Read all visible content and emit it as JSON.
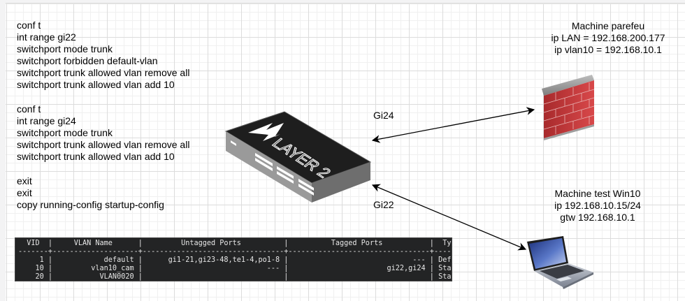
{
  "config_blocks": [
    {
      "lines": [
        "conf t",
        "int range gi22",
        "switchport mode trunk",
        "switchport forbidden default-vlan",
        "switchport trunk allowed vlan remove all",
        "switchport trunk allowed vlan add 10"
      ]
    },
    {
      "lines": [
        "conf t",
        "int range gi24",
        "switchport mode trunk",
        "switchport trunk allowed vlan remove all",
        "switchport trunk allowed vlan add 10"
      ]
    },
    {
      "lines": [
        "exit",
        "exit",
        "copy running-config startup-config"
      ]
    }
  ],
  "firewall": {
    "icon": "firewall-brick-wall-icon",
    "lines": [
      "Machine parefeu",
      "ip LAN = 192.168.200.177",
      "ip vlan10 = 192.168.10.1"
    ]
  },
  "laptop": {
    "icon": "laptop-icon",
    "lines": [
      "Machine test Win10",
      "ip 192.168.10.15/24",
      "gtw 192.168.10.1"
    ]
  },
  "switch": {
    "icon": "layer2-switch-icon",
    "label": "LAYER 2"
  },
  "links": [
    {
      "label": "Gi24",
      "from": "switch",
      "to": "firewall"
    },
    {
      "label": "Gi22",
      "from": "switch",
      "to": "laptop"
    }
  ],
  "vlan_table": {
    "headers": [
      "VID",
      "VLAN Name",
      "Untagged Ports",
      "Tagged Ports",
      "Type"
    ],
    "rows": [
      [
        "1",
        "default",
        "gi1-21,gi23-48,te1-4,po1-8",
        "---",
        "Default"
      ],
      [
        "10",
        "vlan10_cam",
        "---",
        "gi22,gi24",
        "Static"
      ],
      [
        "20",
        "VLAN0020",
        "",
        "",
        "Static"
      ]
    ]
  },
  "colors": {
    "switch_top": "#1e1e1e",
    "switch_side": "#8a8a8a",
    "brick": "#c8383a",
    "terminal_bg": "#232425"
  }
}
